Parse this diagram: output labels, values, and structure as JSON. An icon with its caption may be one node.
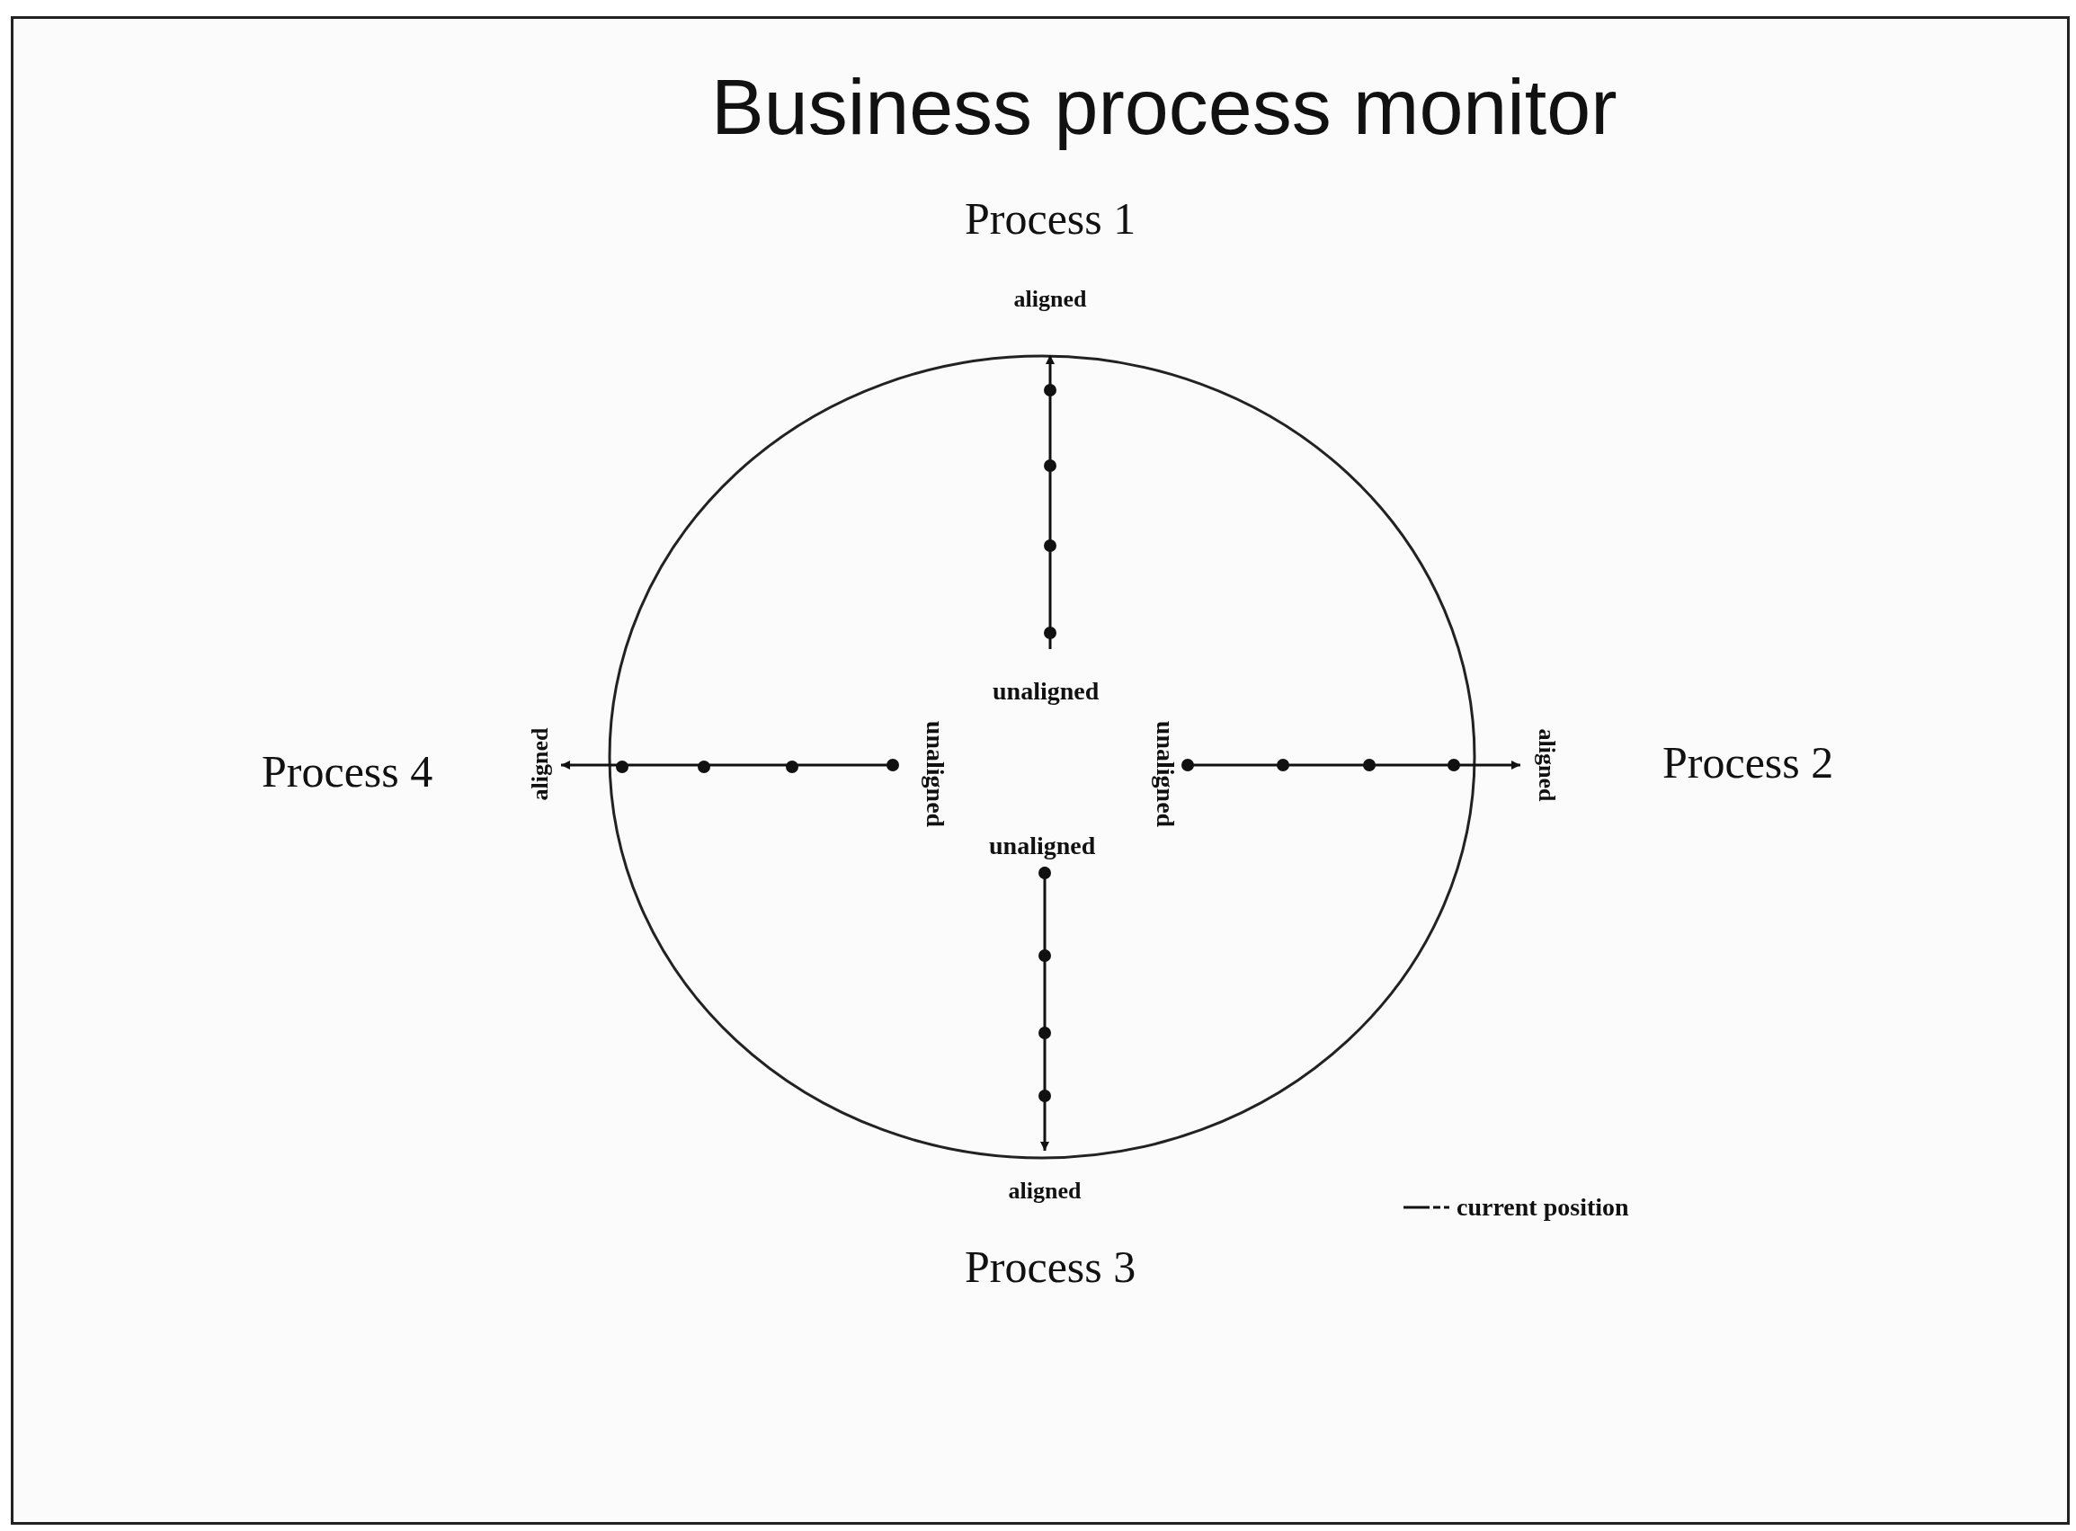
{
  "diagram": {
    "title": "Business process monitor",
    "labels": [
      "Process 1",
      "aligned",
      "unaligned",
      "Process 4",
      "aligned",
      "unaligned",
      "unaligned",
      "aligned",
      "Process 2",
      "unaligned",
      "aligned",
      "Process 3"
    ],
    "legend": [
      {
        "text": "current position"
      }
    ]
  }
}
